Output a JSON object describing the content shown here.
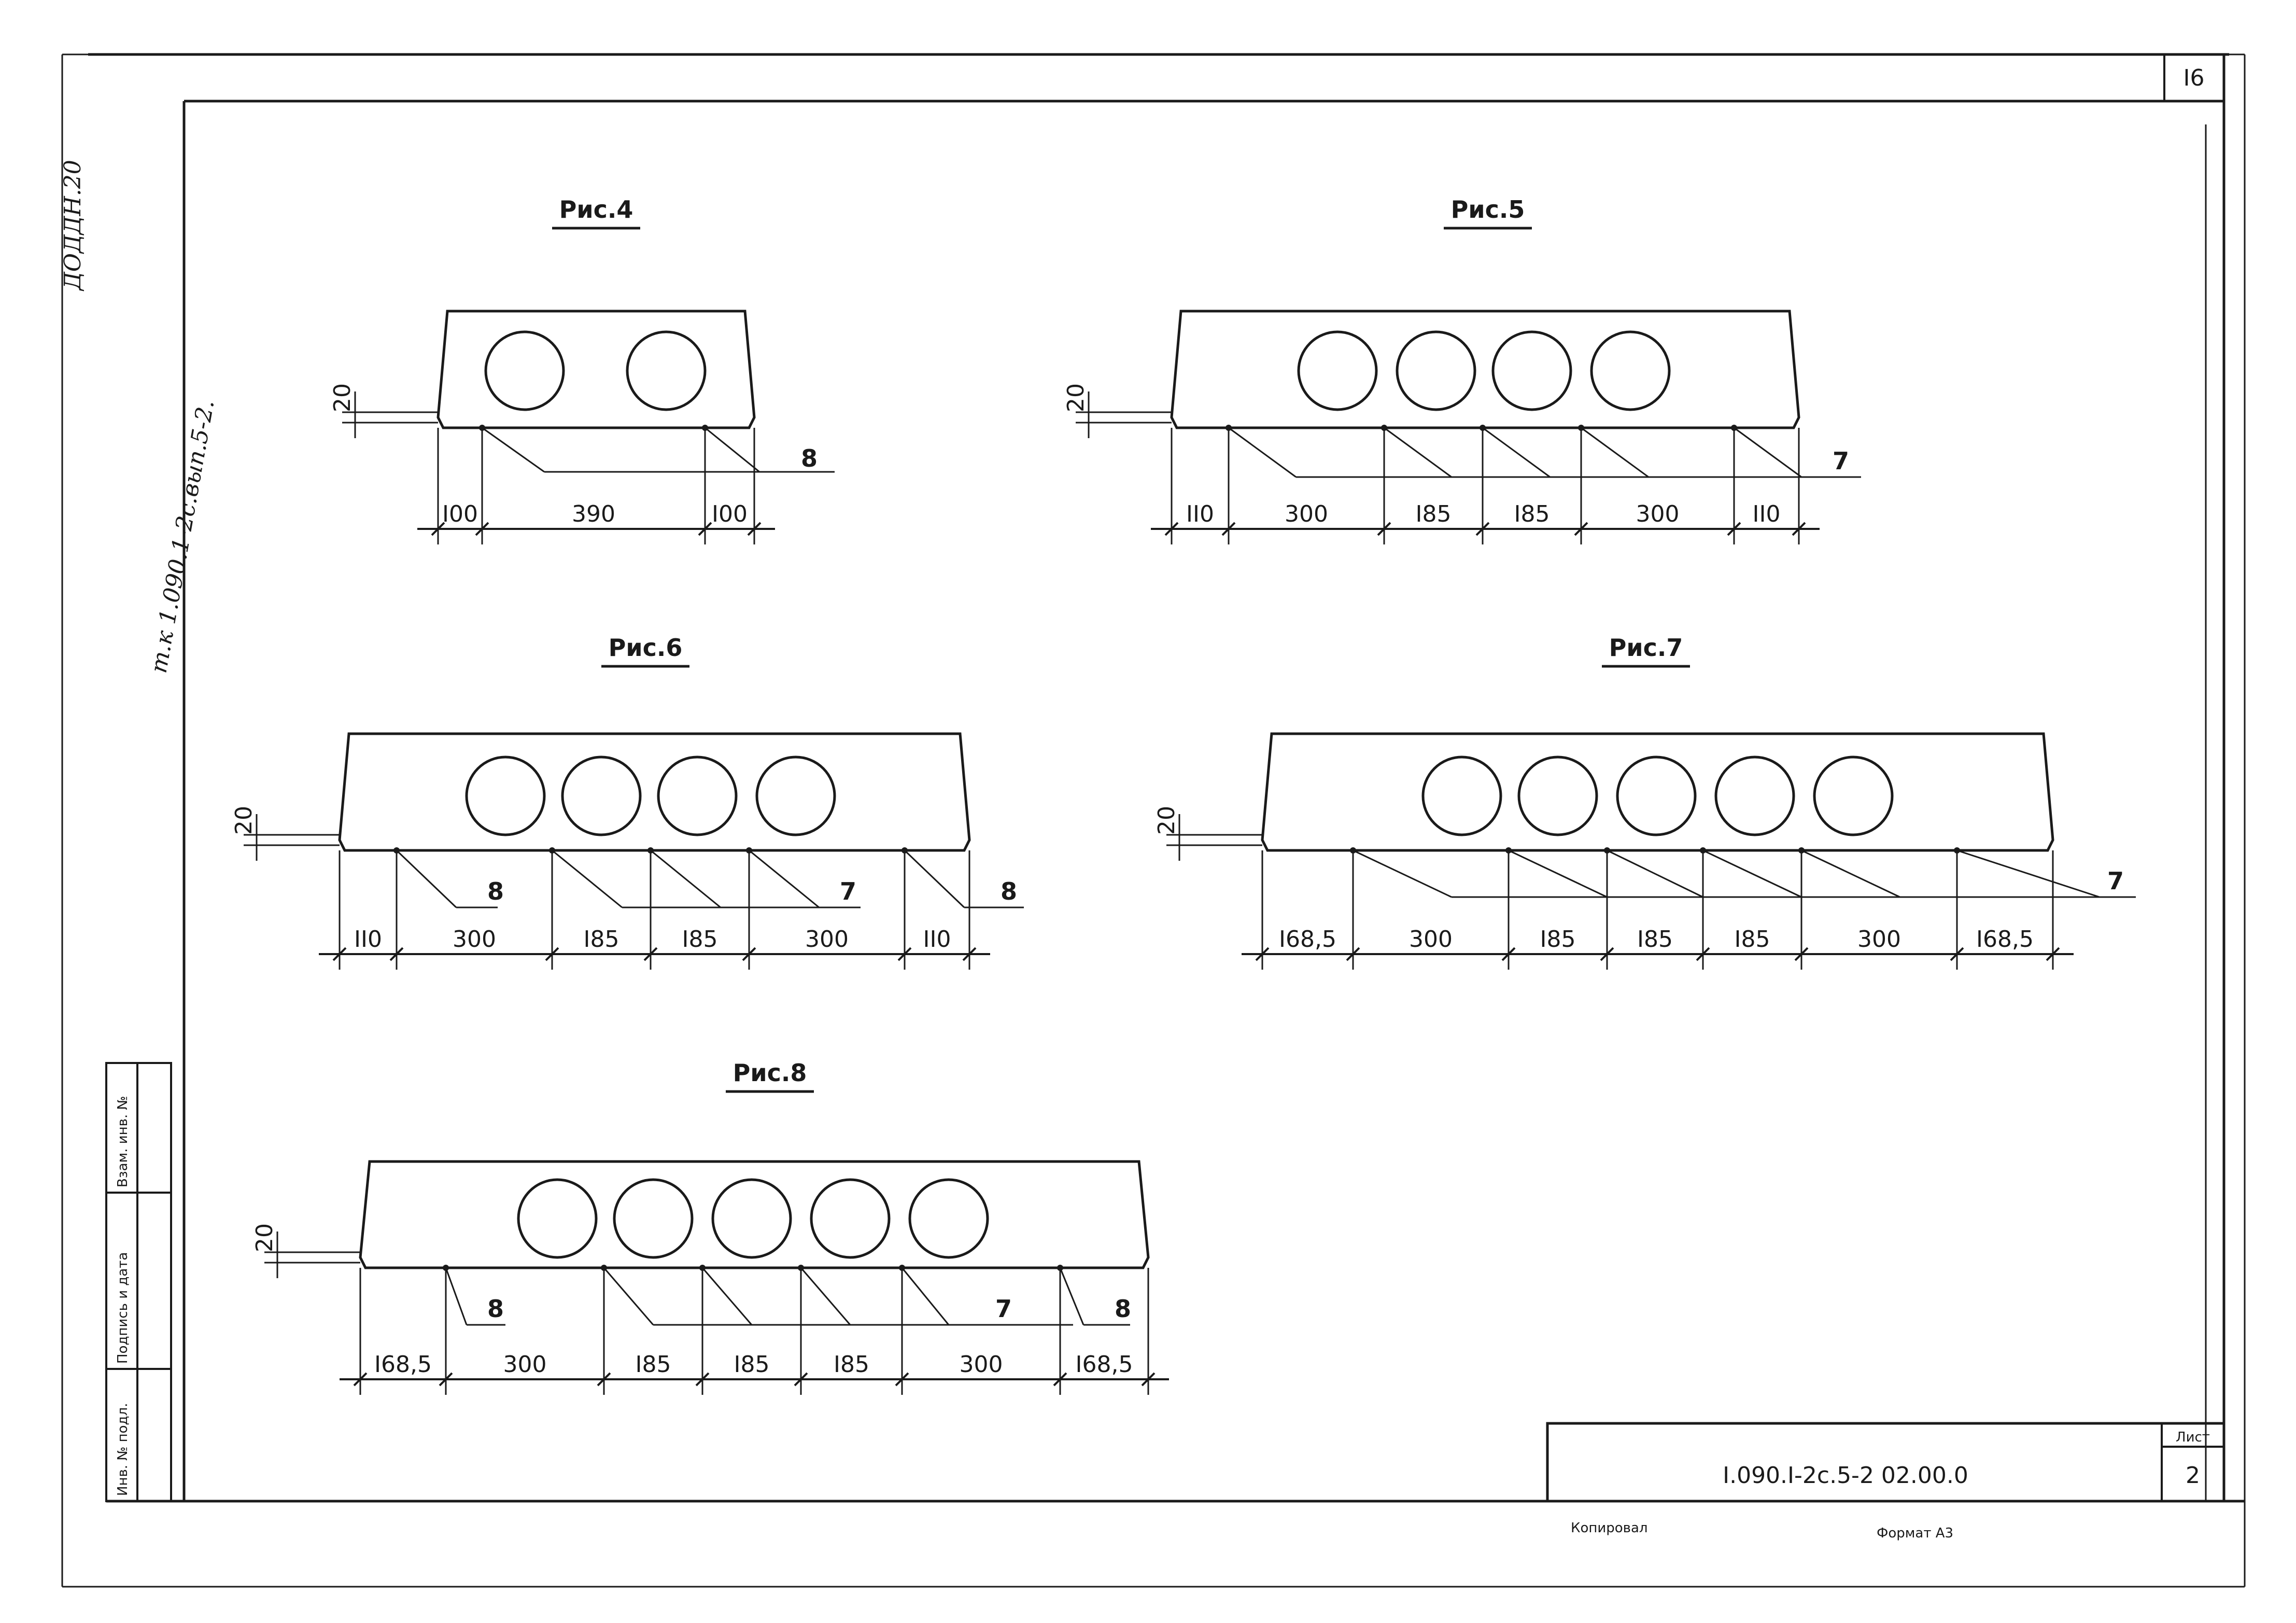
{
  "sheet": {
    "top_number": "I6",
    "side_note": "т.к 1.090.1-2с.вып.5-2.",
    "signature_mark": "ДОДДН.20",
    "stamp": {
      "inv_podl": "Инв. № подл.",
      "podpis_data": "Подпись и дата",
      "vzam_inv": "Взам. инв. №"
    },
    "title_block": {
      "code": "I.090.I-2c.5-2  02.00.0",
      "list_label": "Лист",
      "list_number": "2"
    },
    "footer": {
      "copied": "Копировал",
      "format": "Формат А3"
    }
  },
  "figures": [
    {
      "id": "fig4",
      "title": "Рис.4",
      "hole_count": 2,
      "height_dim": "20",
      "dims": [
        "I00",
        "390",
        "I00"
      ],
      "leaders": [
        "8"
      ]
    },
    {
      "id": "fig5",
      "title": "Рис.5",
      "hole_count": 4,
      "height_dim": "20",
      "dims": [
        "II0",
        "300",
        "I85",
        "I85",
        "300",
        "II0"
      ],
      "leaders": [
        "7"
      ]
    },
    {
      "id": "fig6",
      "title": "Рис.6",
      "hole_count": 4,
      "height_dim": "20",
      "dims": [
        "II0",
        "300",
        "I85",
        "I85",
        "300",
        "II0"
      ],
      "leaders": [
        "8",
        "7",
        "8"
      ]
    },
    {
      "id": "fig7",
      "title": "Рис.7",
      "hole_count": 5,
      "height_dim": "20",
      "dims": [
        "I68,5",
        "300",
        "I85",
        "I85",
        "I85",
        "300",
        "I68,5"
      ],
      "leaders": [
        "7"
      ]
    },
    {
      "id": "fig8",
      "title": "Рис.8",
      "hole_count": 5,
      "height_dim": "20",
      "dims": [
        "I68,5",
        "300",
        "I85",
        "I85",
        "I85",
        "300",
        "I68,5"
      ],
      "leaders": [
        "8",
        "7",
        "8"
      ]
    }
  ]
}
